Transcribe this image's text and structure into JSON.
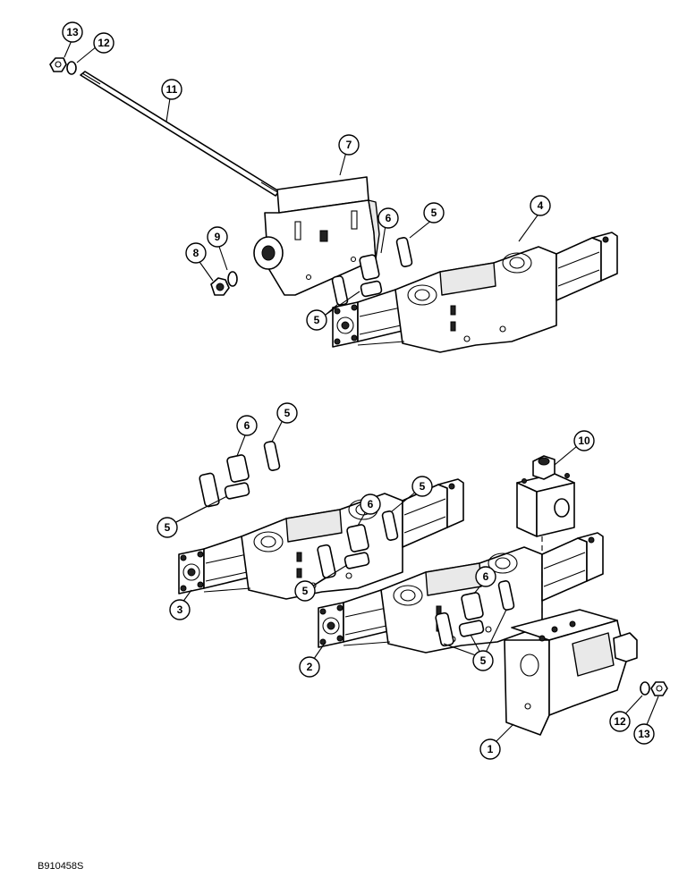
{
  "figure_code": "B910458S",
  "callouts": [
    {
      "id": "c13a",
      "label": "13"
    },
    {
      "id": "c12a",
      "label": "12"
    },
    {
      "id": "c11",
      "label": "11"
    },
    {
      "id": "c7",
      "label": "7"
    },
    {
      "id": "c6a",
      "label": "6"
    },
    {
      "id": "c5a",
      "label": "5"
    },
    {
      "id": "c4",
      "label": "4"
    },
    {
      "id": "c9",
      "label": "9"
    },
    {
      "id": "c8",
      "label": "8"
    },
    {
      "id": "c5b",
      "label": "5"
    },
    {
      "id": "c6b",
      "label": "6"
    },
    {
      "id": "c5c",
      "label": "5"
    },
    {
      "id": "c10",
      "label": "10"
    },
    {
      "id": "c5d",
      "label": "5"
    },
    {
      "id": "c6c",
      "label": "6"
    },
    {
      "id": "c5e",
      "label": "5"
    },
    {
      "id": "c3",
      "label": "3"
    },
    {
      "id": "c5f",
      "label": "5"
    },
    {
      "id": "c6d",
      "label": "6"
    },
    {
      "id": "c5g",
      "label": "5"
    },
    {
      "id": "c2",
      "label": "2"
    },
    {
      "id": "c12b",
      "label": "12"
    },
    {
      "id": "c13b",
      "label": "13"
    },
    {
      "id": "c1",
      "label": "1"
    }
  ]
}
